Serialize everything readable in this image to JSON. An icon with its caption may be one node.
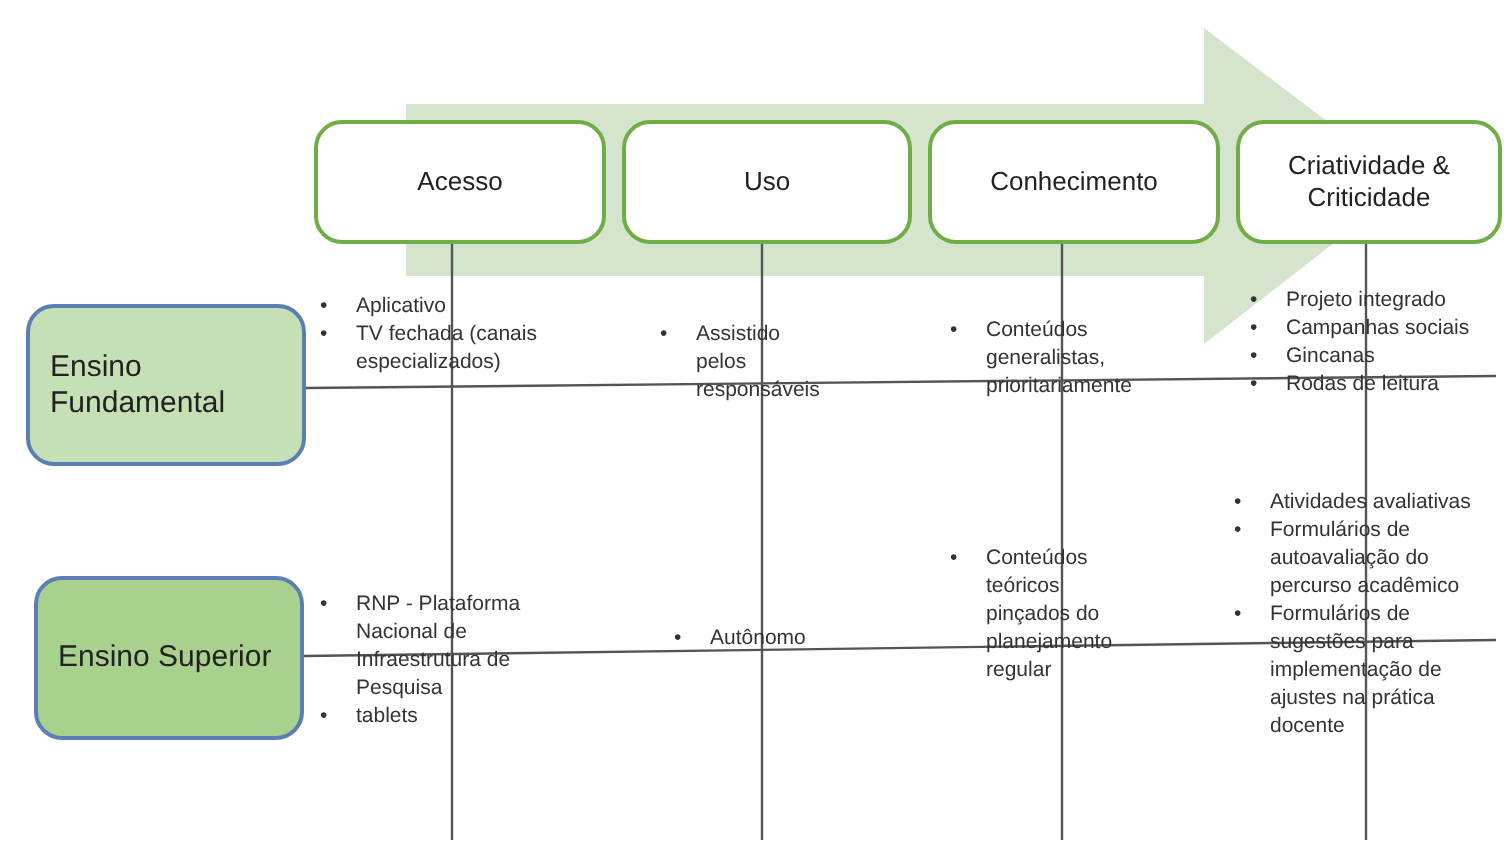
{
  "diagram": {
    "nodes": [
      {
        "text": [
          "Acesso"
        ]
      },
      {
        "text": [
          "Uso"
        ]
      },
      {
        "text": [
          "Conhecimento"
        ]
      },
      {
        "text": [
          "Criatividade & Criticidade"
        ]
      },
      {
        "text": [
          "Ensino Fundamental"
        ]
      },
      {
        "text": [
          "Ensino Superior"
        ]
      }
    ],
    "edges": [
      {
        "from": 0,
        "to": 3,
        "arrow": "to",
        "style": "thick",
        "color": "#d5e5cd"
      },
      {
        "from": 0,
        "to": null,
        "arrow": "none"
      },
      {
        "from": 1,
        "to": null,
        "arrow": "none"
      },
      {
        "from": 2,
        "to": null,
        "arrow": "none"
      },
      {
        "from": 3,
        "to": null,
        "arrow": "none"
      },
      {
        "from": 4,
        "to": null,
        "arrow": "none"
      },
      {
        "from": 5,
        "to": null,
        "arrow": "none"
      }
    ],
    "labels": [
      "•",
      "Aplicativo",
      "•",
      "TV fechada (canais especializados)",
      "•",
      "Assistido pelos responsáveis",
      "•",
      "Conteúdos generalistas, prioritariamente",
      "•",
      "Projeto integrado",
      "•",
      "Campanhas sociais",
      "•",
      "Gincanas",
      "•",
      "Rodas de leitura",
      "•",
      "RNP  - Plataforma Nacional de Infraestrutura de Pesquisa",
      "•",
      "tablets",
      "•",
      "Autônomo",
      "•",
      "Conteúdos teóricos pinçados do planejamento regular",
      "•",
      "Atividades avaliativas",
      "•",
      "Formulários de autoavaliação do percurso acadêmico",
      "•",
      "Formulários de sugestões para implementação de ajustes na prática docente"
    ]
  }
}
